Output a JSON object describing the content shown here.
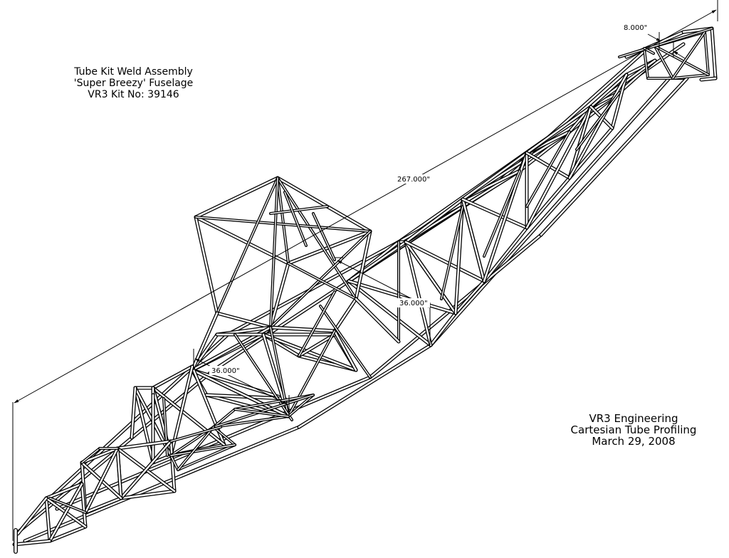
{
  "drawing": {
    "title_lines": [
      "Tube Kit Weld Assembly",
      "'Super Breezy' Fuselage",
      "VR3 Kit No: 39146"
    ],
    "company_lines": [
      "VR3 Engineering",
      "Cartesian Tube Profiling",
      "March 29, 2008"
    ],
    "dimensions": {
      "overall_length": "267.000\"",
      "tail_width": "8.000\"",
      "cage_depth": "36.000\"",
      "cabin_width": "36.000\""
    },
    "line_color": "#000000"
  }
}
